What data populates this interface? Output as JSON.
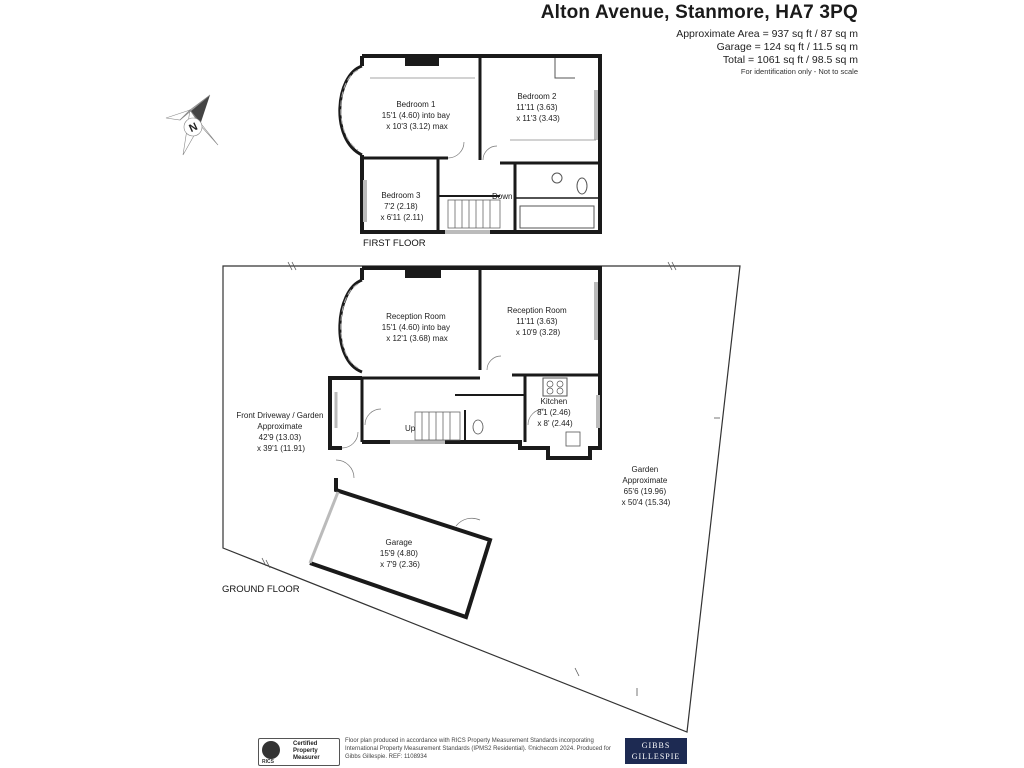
{
  "header": {
    "address": "Alton Avenue, Stanmore, HA7 3PQ",
    "area_lines": [
      "Approximate Area = 937 sq ft / 87 sq m",
      "Garage = 124 sq ft / 11.5 sq m",
      "Total = 1061 sq ft / 98.5 sq m"
    ],
    "disclaimer": "For identification only - Not to scale"
  },
  "compass": {
    "label": "N"
  },
  "first_floor": {
    "label": "FIRST FLOOR",
    "stairs_label": "Down",
    "rooms": {
      "bedroom1": [
        "Bedroom 1",
        "15'1 (4.60) into bay",
        "x 10'3 (3.12) max"
      ],
      "bedroom2": [
        "Bedroom 2",
        "11'11 (3.63)",
        "x 11'3 (3.43)"
      ],
      "bedroom3": [
        "Bedroom 3",
        "7'2 (2.18)",
        "x 6'11 (2.11)"
      ]
    }
  },
  "ground_floor": {
    "label": "GROUND FLOOR",
    "stairs_label": "Up",
    "rooms": {
      "reception1": [
        "Reception Room",
        "15'1 (4.60) into bay",
        "x 12'1 (3.68) max"
      ],
      "reception2": [
        "Reception Room",
        "11'11 (3.63)",
        "x 10'9 (3.28)"
      ],
      "kitchen": [
        "Kitchen",
        "8'1 (2.46)",
        "x 8' (2.44)"
      ],
      "driveway": [
        "Front Driveway / Garden",
        "Approximate",
        "42'9 (13.03)",
        "x 39'1 (11.91)"
      ],
      "garden": [
        "Garden",
        "Approximate",
        "65'6 (19.96)",
        "x 50'4 (15.34)"
      ],
      "garage": [
        "Garage",
        "15'9 (4.80)",
        "x 7'9 (2.36)"
      ]
    }
  },
  "footer": {
    "certification": [
      "Certified",
      "Property",
      "Measurer"
    ],
    "rics_word": "RICS",
    "note": "Floor plan produced in accordance with RICS Property Measurement Standards incorporating International Property Measurement Standards (IPMS2 Residential). ©nichecom 2024. Produced for Gibbs Gillespie. REF: 1108934",
    "brand_lines": [
      "GIBBS",
      "GILLESPIE"
    ]
  },
  "colors": {
    "wall": "#1a1a1a",
    "window": "#bbbbbb",
    "brand": "#1d2a52",
    "plot_line": "#333333"
  }
}
